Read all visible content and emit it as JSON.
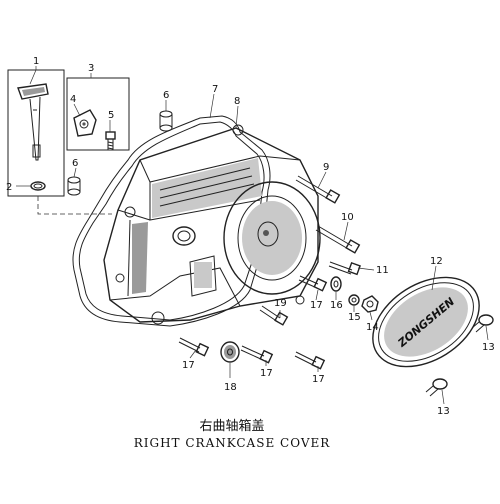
{
  "title": {
    "chinese": "右曲轴箱盖",
    "english": "RIGHT CRANKCASE COVER"
  },
  "cover_logo_text": "ZONGSHEN",
  "callouts": [
    {
      "id": "c1",
      "label": "1"
    },
    {
      "id": "c2",
      "label": "2"
    },
    {
      "id": "c3",
      "label": "3"
    },
    {
      "id": "c4",
      "label": "4"
    },
    {
      "id": "c5",
      "label": "5"
    },
    {
      "id": "c6a",
      "label": "6"
    },
    {
      "id": "c6b",
      "label": "6"
    },
    {
      "id": "c7",
      "label": "7"
    },
    {
      "id": "c8",
      "label": "8"
    },
    {
      "id": "c9",
      "label": "9"
    },
    {
      "id": "c10",
      "label": "10"
    },
    {
      "id": "c11",
      "label": "11"
    },
    {
      "id": "c12",
      "label": "12"
    },
    {
      "id": "c13a",
      "label": "13"
    },
    {
      "id": "c13b",
      "label": "13"
    },
    {
      "id": "c14",
      "label": "14"
    },
    {
      "id": "c15",
      "label": "15"
    },
    {
      "id": "c16",
      "label": "16"
    },
    {
      "id": "c17a",
      "label": "17"
    },
    {
      "id": "c17b",
      "label": "17"
    },
    {
      "id": "c17c",
      "label": "17"
    },
    {
      "id": "c17d",
      "label": "17"
    },
    {
      "id": "c18",
      "label": "18"
    },
    {
      "id": "c19",
      "label": "19"
    }
  ]
}
